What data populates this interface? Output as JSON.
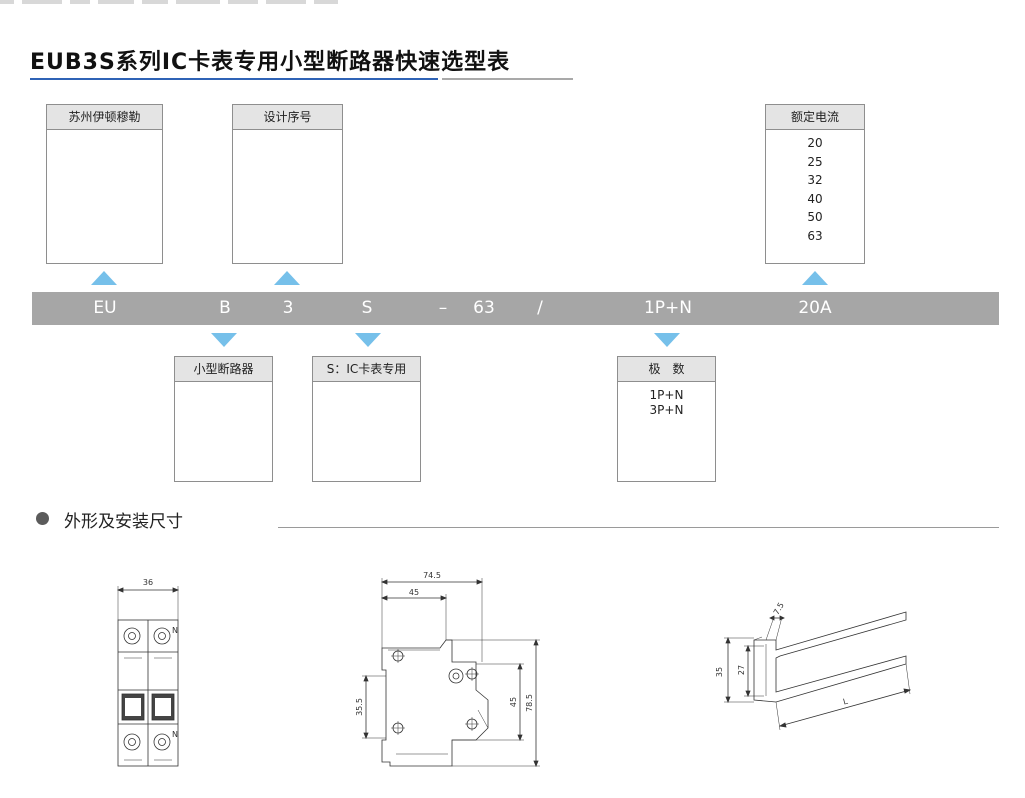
{
  "title": "EUB3S系列IC卡表专用小型断路器快速选型表",
  "boxes": {
    "brand": {
      "header": "苏州伊顿穆勒"
    },
    "design": {
      "header": "设计序号"
    },
    "current": {
      "header": "额定电流",
      "items": [
        "20",
        "25",
        "32",
        "40",
        "50",
        "63"
      ]
    },
    "type": {
      "header": "小型断路器"
    },
    "ic": {
      "header": "S：IC卡表专用"
    },
    "poles": {
      "header": "极　数",
      "items": [
        "1P+N",
        "3P+N"
      ]
    }
  },
  "code_bar": {
    "segments": [
      "EU",
      "B",
      "3",
      "S",
      "–",
      "63",
      "/",
      "1P+N",
      "20A"
    ]
  },
  "section": {
    "title": "外形及安装尺寸"
  },
  "dimensions": {
    "front": {
      "width": "36",
      "n_label": "N"
    },
    "side": {
      "total_depth": "74.5",
      "front_depth": "45",
      "lower_height": "35.5",
      "rail_height": "45",
      "total_height": "78.5"
    },
    "rail": {
      "flange": "7.5",
      "height": "35",
      "inner_height": "27",
      "length": "L"
    }
  },
  "colors": {
    "accent_blue": "#2f63b6",
    "arrow_blue": "#76c0ea",
    "bar_gray": "#a6a6a6"
  }
}
